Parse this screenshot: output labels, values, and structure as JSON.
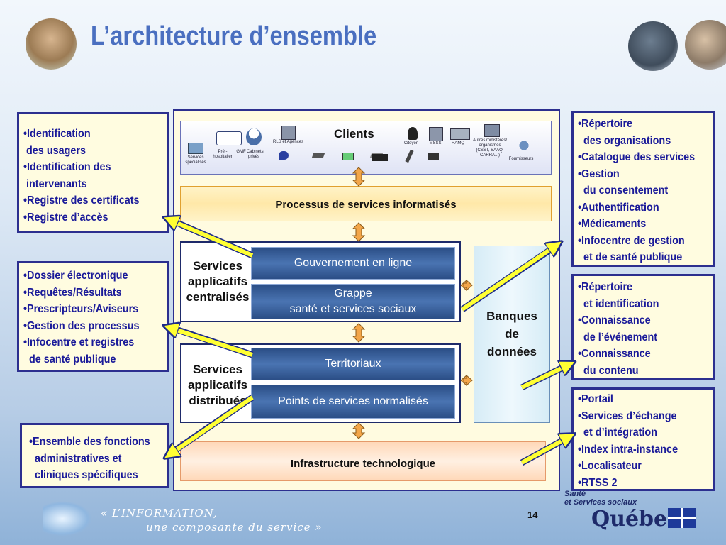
{
  "slide": {
    "title": "L’architecture d’ensemble",
    "page_number": "14"
  },
  "left_panels": [
    {
      "lines": [
        "•Identification",
        " des usagers",
        "•Identification des",
        " intervenants",
        "•Registre des certificats",
        "•Registre d’accès"
      ]
    },
    {
      "lines": [
        "•Dossier électronique",
        "•Requêtes/Résultats",
        "•Prescripteurs/Aviseurs",
        "•Gestion des processus",
        "•Infocentre et registres",
        "  de santé publique"
      ]
    },
    {
      "lines": [
        "•Ensemble des fonctions",
        "  administratives et",
        "  cliniques spécifiques"
      ]
    }
  ],
  "right_panels": [
    {
      "lines": [
        "•Répertoire",
        "  des organisations",
        "•Catalogue des services",
        "•Gestion",
        "  du consentement",
        "•Authentification",
        "•Médicaments",
        "•Infocentre de gestion",
        "  et de santé publique"
      ]
    },
    {
      "lines": [
        "•Répertoire",
        "  et identification",
        "•Connaissance",
        "  de l’événement",
        "•Connaissance",
        "  du contenu"
      ]
    },
    {
      "lines": [
        "•Portail",
        "•Services d’échange",
        "  et d’intégration",
        "•Index intra-instance",
        "•Localisateur",
        "•RTSS 2"
      ]
    }
  ],
  "diagram": {
    "clients_label": "Clients",
    "client_captions": {
      "rls": "RLS et Agences",
      "services_specialises": "Services spécialisés",
      "pre_hospitalier": "Pré - hospitalier",
      "gmf": "GMF",
      "cabinets": "- Cabinets privés",
      "citoyen": "Citoyen",
      "msss": "MSSS",
      "ramq": "RAMQ",
      "autres": "Autres ministères/ organismes (CSST, SAAQ, CARRA...)",
      "fournisseurs": "Fournisseurs"
    },
    "processus": "Processus de services informatisés",
    "centralises": {
      "label_lines": [
        "Services",
        "applicatifs",
        "centralisés"
      ],
      "gouvernement": "Gouvernement en ligne",
      "grappe_line1": "Grappe",
      "grappe_line2": "santé et services sociaux"
    },
    "distribues": {
      "label_lines": [
        "Services",
        "applicatifs",
        "distribués"
      ],
      "territoriaux": "Territoriaux",
      "points": "Points de services normalisés"
    },
    "banques_lines": [
      "Banques",
      "de",
      "données"
    ],
    "infrastructure": "Infrastructure technologique"
  },
  "footer": {
    "slogan_line1": "« L’INFORMATION,",
    "slogan_line2": "une composante du service »",
    "ministry_line1": "Santé",
    "ministry_line2": "et Services sociaux",
    "quebec": "Québec"
  },
  "colors": {
    "title": "#4a6fc0",
    "panel_text": "#1a1a99",
    "panel_border": "#2c2f8f",
    "arrow_yellow": "#ffff33",
    "navy_bar": "#2b4e86",
    "orange_arrow": "#f3a64a"
  }
}
